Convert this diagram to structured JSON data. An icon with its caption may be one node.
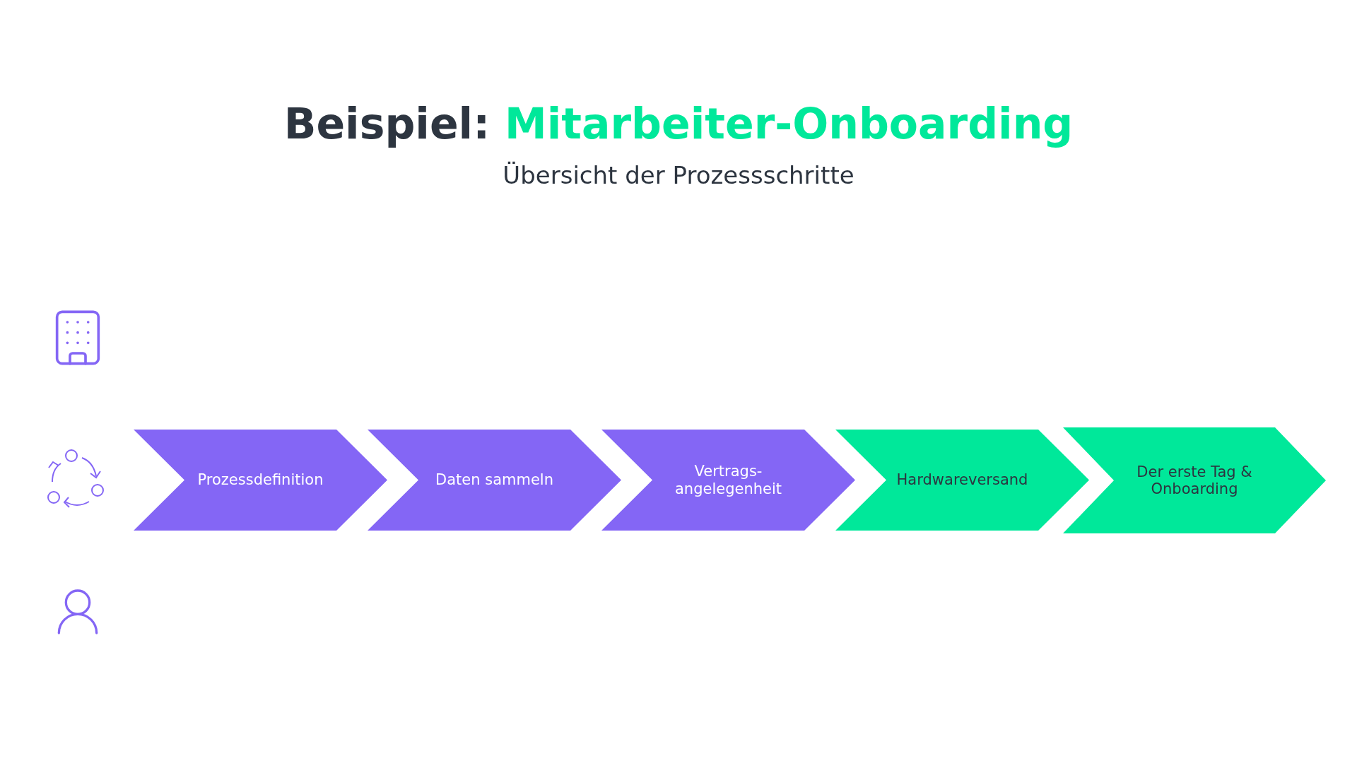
{
  "diagram": {
    "title": "Beispiel: Mitarbeiter-Onboarding",
    "nodes": [
      {
        "text": [
          "Prozessdefinition"
        ]
      },
      {
        "text": [
          "Daten sammeln"
        ]
      },
      {
        "text": [
          "Vertrags- angelegenheit"
        ]
      },
      {
        "text": [
          "Hardwareversand"
        ]
      },
      {
        "text": [
          "Der erste Tag & Onboarding"
        ]
      }
    ],
    "labels": [
      "Übersicht der Prozessschritte"
    ]
  }
}
